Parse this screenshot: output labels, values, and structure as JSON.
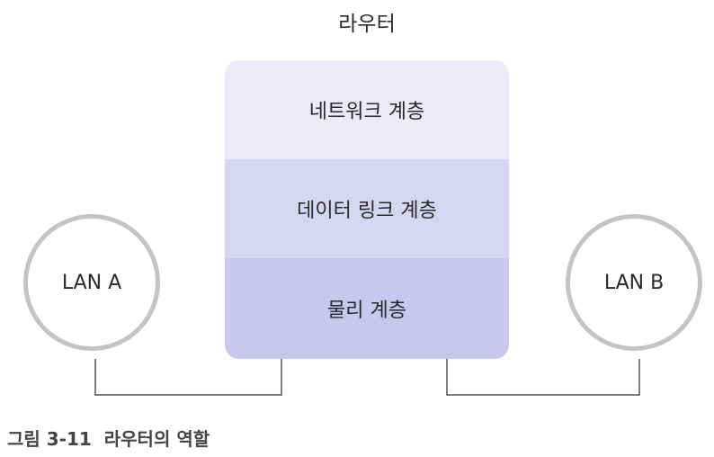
{
  "router": {
    "title": "라우터",
    "layers": {
      "network": "네트워크 계층",
      "datalink": "데이터 링크 계층",
      "physical": "물리 계층"
    }
  },
  "lans": {
    "a": "LAN A",
    "b": "LAN B"
  },
  "caption": {
    "number": "그림 3-11",
    "text": "라우터의 역할"
  },
  "colors": {
    "network_layer": "#ebebf7",
    "datalink_layer": "#d6d6f1",
    "physical_layer": "#c8c8ee",
    "lan_ring": "#c4c4c4",
    "wire": "#555555"
  }
}
